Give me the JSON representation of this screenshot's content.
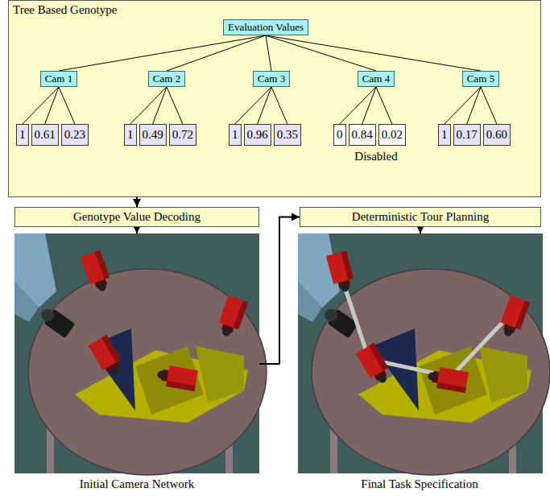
{
  "diagram": {
    "nodes": [
      {
        "text": [
          "Tree Based Genotype"
        ]
      },
      {
        "text": [
          "Evaluation Values"
        ],
        "in": 0
      },
      {
        "text": [
          "Cam 1"
        ],
        "in": 0
      },
      {
        "text": [
          "Cam 2"
        ],
        "in": 0
      },
      {
        "text": [
          "Cam 3"
        ],
        "in": 0
      },
      {
        "text": [
          "Cam 4"
        ],
        "in": 0
      },
      {
        "text": [
          "Cam 5"
        ],
        "in": 0
      },
      {
        "text": [
          "1"
        ],
        "in": 0
      },
      {
        "text": [
          "0.61"
        ],
        "in": 0
      },
      {
        "text": [
          "0.23"
        ],
        "in": 0
      },
      {
        "text": [
          "1"
        ],
        "in": 0
      },
      {
        "text": [
          "0.49"
        ],
        "in": 0
      },
      {
        "text": [
          "0.72"
        ],
        "in": 0
      },
      {
        "text": [
          "1"
        ],
        "in": 0
      },
      {
        "text": [
          "0.96"
        ],
        "in": 0
      },
      {
        "text": [
          "0.35"
        ],
        "in": 0
      },
      {
        "text": [
          "0"
        ],
        "in": 0
      },
      {
        "text": [
          "0.84"
        ],
        "in": 0
      },
      {
        "text": [
          "0.02"
        ],
        "in": 0
      },
      {
        "text": [
          "1"
        ],
        "in": 0
      },
      {
        "text": [
          "0.17"
        ],
        "in": 0
      },
      {
        "text": [
          "0.60"
        ],
        "in": 0
      },
      {
        "text": [
          "Genotype Value Decoding"
        ]
      },
      {
        "text": [
          "Deterministic Tour Planning"
        ]
      },
      {
        "text": [
          "Initial Camera Network"
        ]
      },
      {
        "text": [
          "Final Task Specification"
        ]
      }
    ],
    "edges": [
      {
        "from": 1,
        "to": 2,
        "arrow": "none"
      },
      {
        "from": 1,
        "to": 3,
        "arrow": "none"
      },
      {
        "from": 1,
        "to": 4,
        "arrow": "none"
      },
      {
        "from": 1,
        "to": 5,
        "arrow": "none"
      },
      {
        "from": 1,
        "to": 6,
        "arrow": "none"
      },
      {
        "from": 2,
        "to": 7,
        "arrow": "none"
      },
      {
        "from": 2,
        "to": 8,
        "arrow": "none"
      },
      {
        "from": 2,
        "to": 9,
        "arrow": "none"
      },
      {
        "from": 3,
        "to": 10,
        "arrow": "none"
      },
      {
        "from": 3,
        "to": 11,
        "arrow": "none"
      },
      {
        "from": 3,
        "to": 12,
        "arrow": "none"
      },
      {
        "from": 4,
        "to": 13,
        "arrow": "none"
      },
      {
        "from": 4,
        "to": 14,
        "arrow": "none"
      },
      {
        "from": 4,
        "to": 15,
        "arrow": "none"
      },
      {
        "from": 5,
        "to": 16,
        "arrow": "none"
      },
      {
        "from": 5,
        "to": 17,
        "arrow": "none"
      },
      {
        "from": 5,
        "to": 18,
        "arrow": "none"
      },
      {
        "from": 6,
        "to": 19,
        "arrow": "none"
      },
      {
        "from": 6,
        "to": 20,
        "arrow": "none"
      },
      {
        "from": 6,
        "to": 21,
        "arrow": "none"
      },
      {
        "from": 0,
        "to": 22,
        "arrow": "to"
      },
      {
        "from": 22,
        "to": 24,
        "arrow": "to"
      },
      {
        "from": 24,
        "to": 23,
        "arrow": "to"
      },
      {
        "from": 23,
        "to": 25,
        "arrow": "to"
      }
    ],
    "labels": [
      "Disabled"
    ]
  }
}
